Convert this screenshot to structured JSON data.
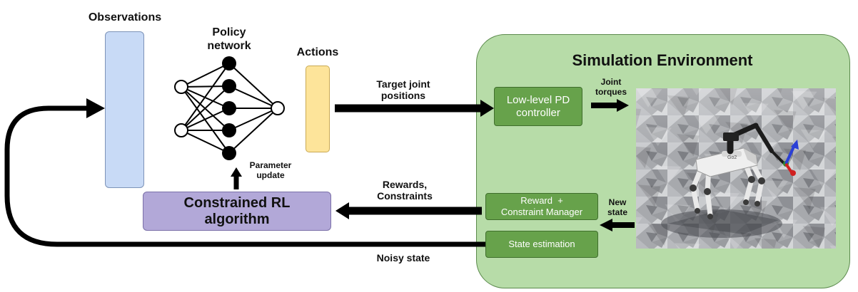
{
  "labels": {
    "observations": "Observations",
    "policy_network": "Policy network",
    "actions": "Actions",
    "target_joint_positions": "Target joint positions",
    "parameter_update": "Parameter update",
    "rewards_constraints": "Rewards, Constraints",
    "noisy_state": "Noisy state",
    "joint_torques": "Joint torques",
    "new_state": "New state"
  },
  "boxes": {
    "simulation_environment": "Simulation Environment",
    "pd_controller": "Low-level PD controller",
    "reward_manager_line1": "Reward  +",
    "reward_manager_line2": "Constraint Manager",
    "state_estimation": "State estimation",
    "rl_algorithm": "Constrained RL algorithm"
  },
  "robot": {
    "badge": "Go2"
  },
  "colors": {
    "observations_bar": "#c8daf6",
    "actions_bar": "#fde49a",
    "rl_box": "#b2a8d8",
    "sim_env": "#b7dca8",
    "green_box": "#67a24b",
    "arrow": "#000000"
  }
}
